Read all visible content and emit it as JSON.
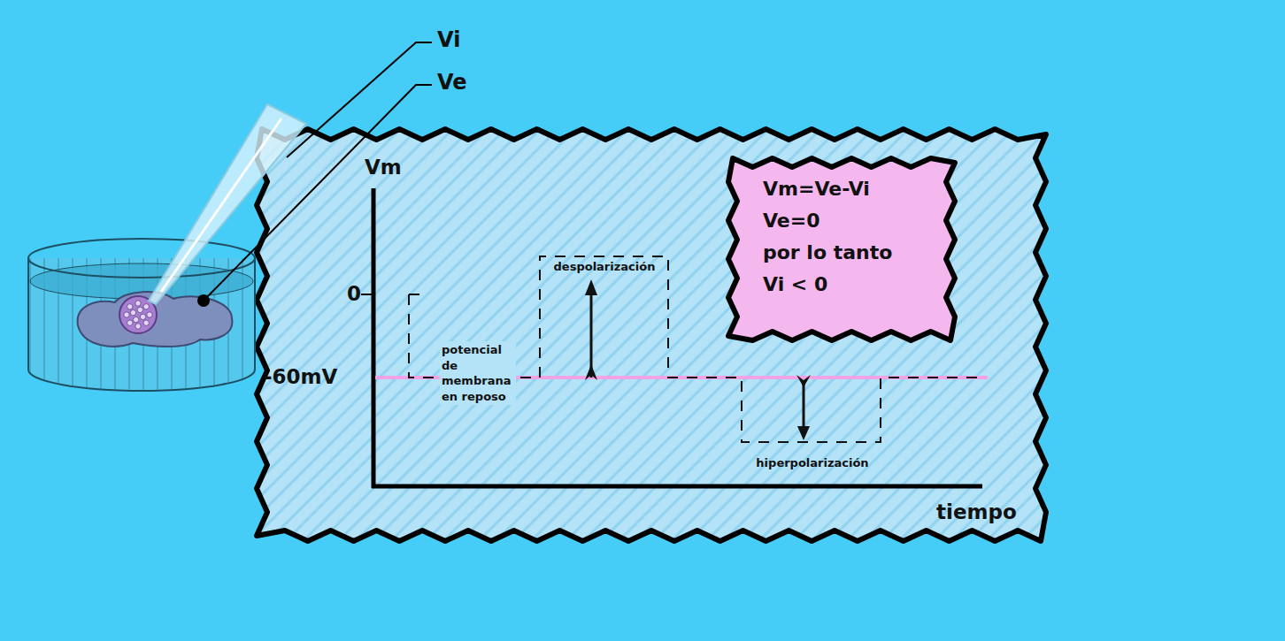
{
  "diagram": {
    "nodes": [
      {
        "text": [
          "Vm=Ve-Vi",
          "Ve=0",
          "por lo tanto",
          "Vi < 0"
        ]
      }
    ],
    "labels": [
      "Vi",
      "Ve",
      "Vm",
      "0",
      "-60mV",
      "despolarización",
      "potencial de membrana en reposo",
      "hiperpolarización",
      "tiempo"
    ]
  }
}
